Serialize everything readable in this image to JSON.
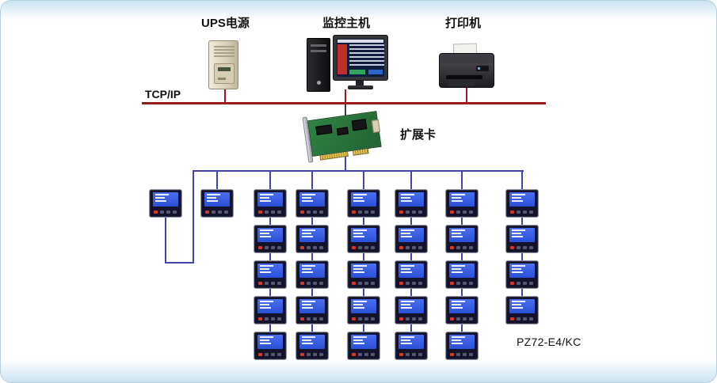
{
  "frame": {
    "edge_tint": "#cbe3f2",
    "border_color": "#b6cfdf",
    "background": "#ffffff"
  },
  "top_devices": {
    "ups": {
      "label": "UPS电源"
    },
    "host": {
      "label": "监控主机"
    },
    "printer": {
      "label": "打印机"
    }
  },
  "network": {
    "bus_label": "TCP/IP",
    "bus_color": "#9a1a1a",
    "wire_color": "#4343ae"
  },
  "expansion_card": {
    "label": "扩展卡"
  },
  "meters": {
    "model_label": "PZ72-E4/KC",
    "total_count": 31,
    "screen_color": "#2a50d8",
    "body_color": "#12122a"
  }
}
